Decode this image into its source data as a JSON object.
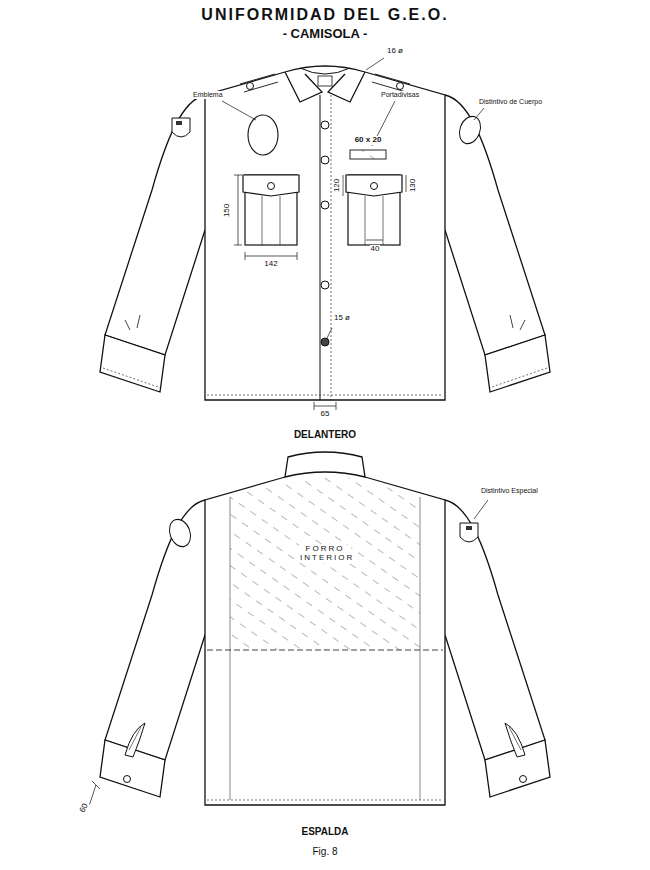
{
  "diagram": {
    "title": "UNIFORMIDAD DEL G.E.O.",
    "caption": "Fig. 8",
    "labels": [
      "- CAMISOLA -",
      "16 ø",
      "Emblema",
      "Portadivisas",
      "Distintivo de Cuerpo",
      "60 x 20",
      "150",
      "142",
      "120",
      "130",
      "40",
      "15 ø",
      "65",
      "DELANTERO",
      "FORRO INTERIOR",
      "Distintivo Especial",
      "60",
      "ESPALDA"
    ]
  }
}
